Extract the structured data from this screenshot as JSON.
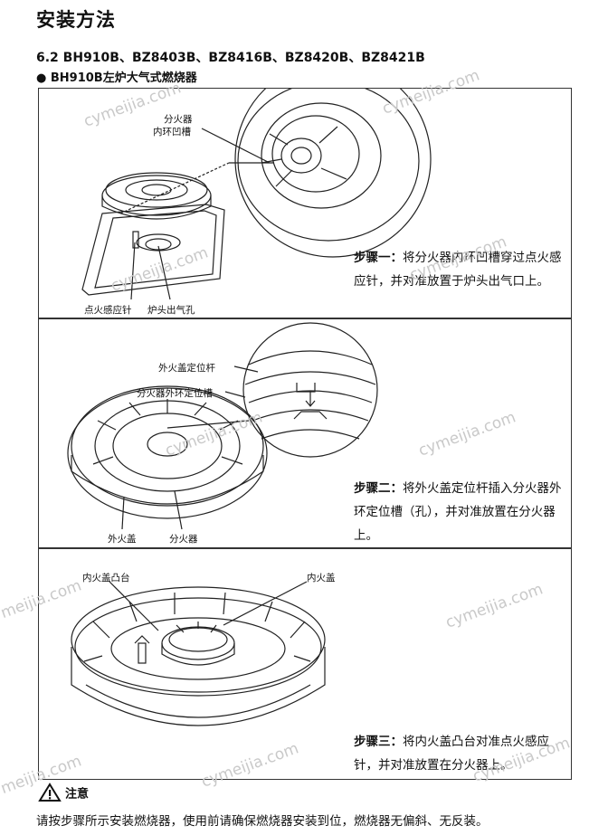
{
  "page_title": "安装方法",
  "section_title": "6.2 BH910B、BZ8403B、BZ8416B、BZ8420B、BZ8421B",
  "bullet_title": "● BH910B左炉大气式燃烧器",
  "watermark": "cymeijia.com",
  "step1": {
    "labels": {
      "inner_groove_1": "分火器",
      "inner_groove_2": "内环凹槽",
      "ignition_needle": "点火感应针",
      "gas_outlet": "炉头出气孔"
    },
    "heading": "步骤一：",
    "text": "将分火器内环凹槽穿过点火感应针，并对准放置于炉头出气口上。"
  },
  "step2": {
    "labels": {
      "outer_cap_rod": "外火盖定位杆",
      "outer_ring_slot": "分火器外环定位槽",
      "outer_cap": "外火盖",
      "distributor": "分火器"
    },
    "heading": "步骤二：",
    "text": "将外火盖定位杆插入分火器外环定位槽（孔），并对准放置在分火器上。"
  },
  "step3": {
    "labels": {
      "inner_cap_boss": "内火盖凸台",
      "inner_cap": "内火盖"
    },
    "heading": "步骤三：",
    "text": "将内火盖凸台对准点火感应针，并对准放置在分火器上。"
  },
  "notice": {
    "title": "注意",
    "text": "请按步骤所示安装燃烧器，使用前请确保燃烧器安装到位，燃烧器无偏斜、无反装。"
  }
}
